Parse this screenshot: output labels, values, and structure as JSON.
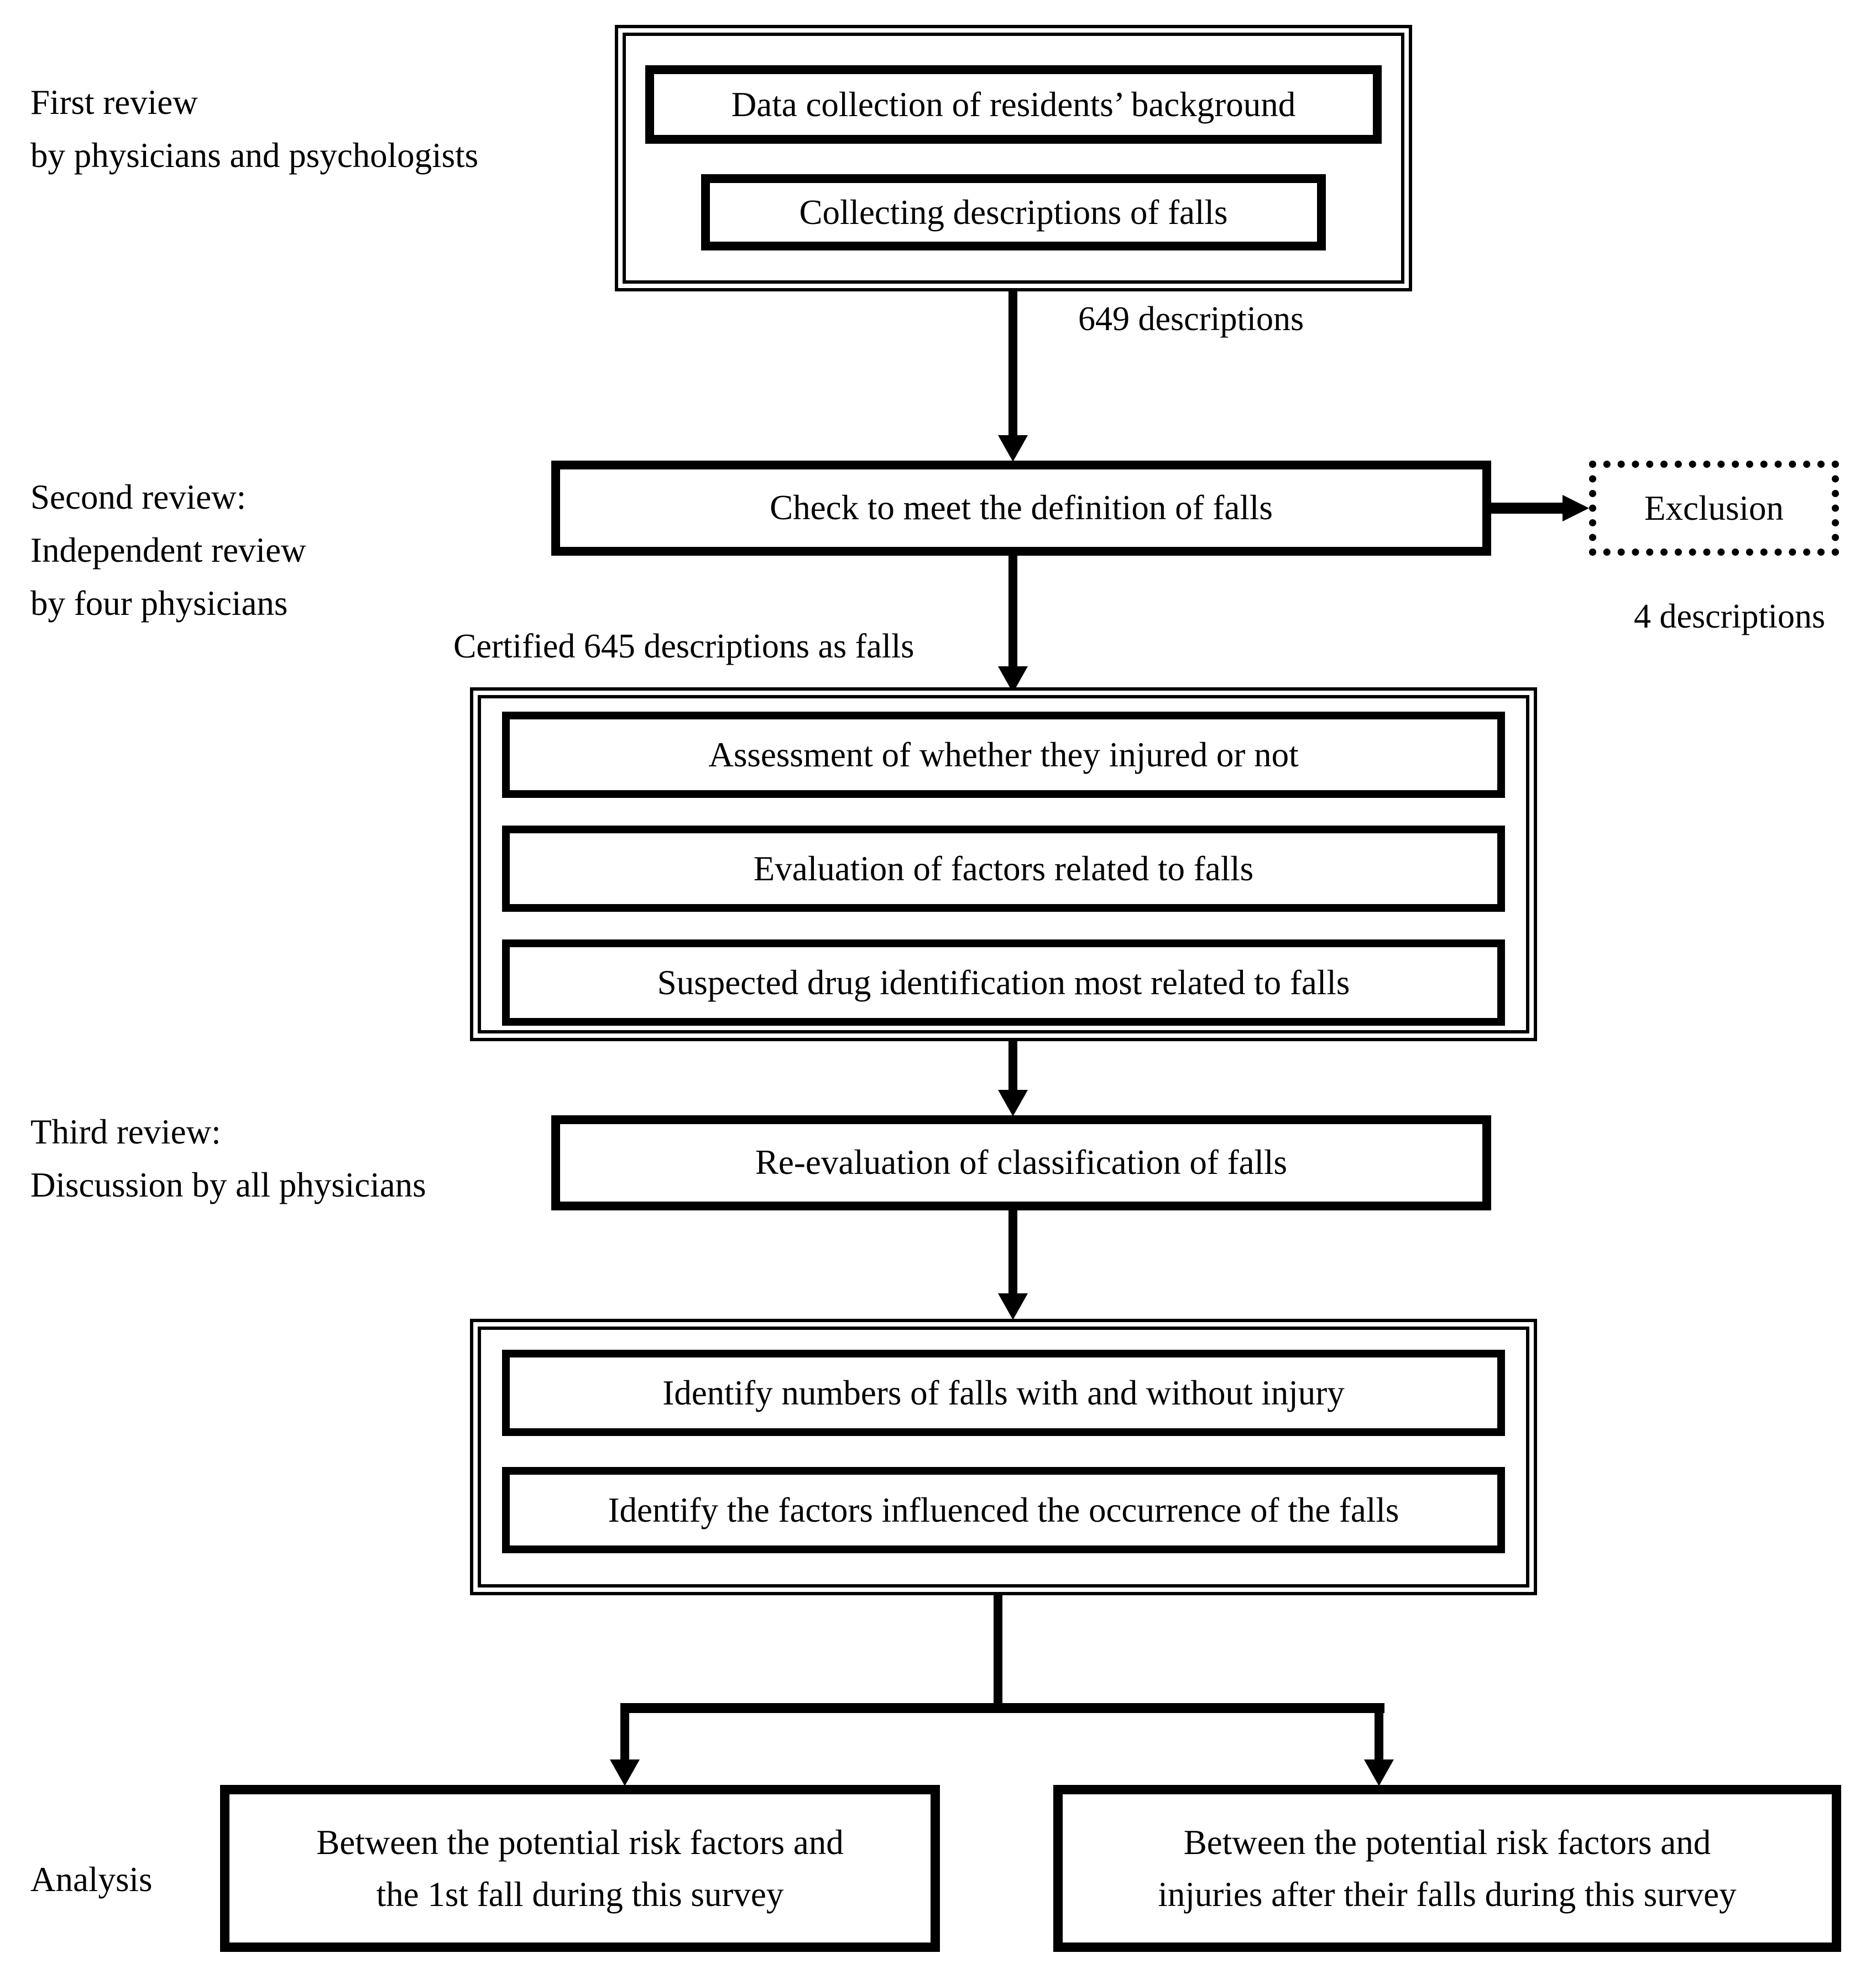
{
  "stage_labels": {
    "first_review": "First review\nby physicians and psychologists",
    "second_review": "Second review:\nIndependent review\nby four physicians",
    "third_review": "Third review:\nDiscussion by all physicians",
    "analysis": "Analysis"
  },
  "annotations": {
    "descriptions_649": "649 descriptions",
    "exclusion_count": "4 descriptions",
    "certified_645": "Certified 645 descriptions as falls"
  },
  "boxes": {
    "data_collection": "Data collection of residents’ background",
    "collecting_falls": "Collecting descriptions of falls",
    "check_definition": "Check to meet the definition of falls",
    "exclusion": "Exclusion",
    "assessment_injured": "Assessment of whether they injured or not",
    "evaluation_factors": "Evaluation of factors related to falls",
    "suspected_drug": "Suspected drug identification most related to falls",
    "reevaluation": "Re-evaluation of classification of falls",
    "identify_numbers": "Identify numbers of falls with and without injury",
    "identify_factors": "Identify the factors influenced the occurrence of the falls",
    "analysis_left": "Between the potential risk factors and\nthe 1st fall during this survey",
    "analysis_right": "Between the potential risk factors and\ninjuries after their falls during this survey"
  },
  "colors": {
    "ink": "#000000",
    "background": "#ffffff"
  }
}
